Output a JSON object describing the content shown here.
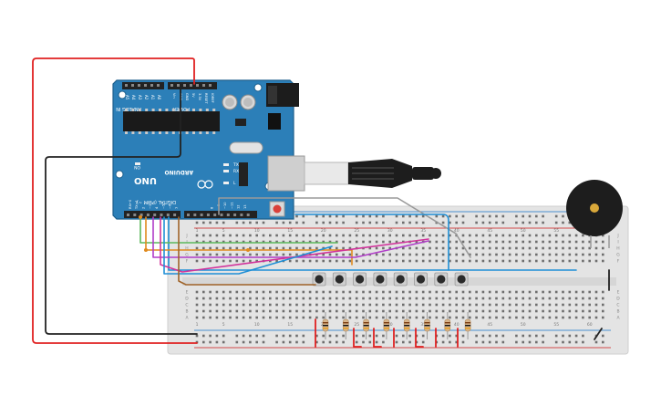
{
  "arduino": {
    "brand": "ARDUINO",
    "model": "UNO",
    "label_digital": "DIGITAL (PWM ~)",
    "label_analog": "ANALOG IN",
    "label_power": "POWER",
    "label_on": "ON",
    "label_tx": "TX",
    "label_rx": "RX",
    "label_l": "L",
    "label_aref": "AREF",
    "analog_pins": [
      "A0",
      "A1",
      "A2",
      "A3",
      "A4",
      "A5"
    ],
    "power_pins": [
      "IOREF",
      "RESET",
      "3.3V",
      "5V",
      "GND",
      "GND",
      "Vin"
    ],
    "digital_pins": [
      "13",
      "12",
      "~11",
      "~10",
      "~9",
      "8",
      "7",
      "~6",
      "~5",
      "4",
      "~3",
      "2",
      "TX→1",
      "RX←0"
    ]
  },
  "breadboard": {
    "column_numbers": [
      "1",
      "5",
      "10",
      "15",
      "20",
      "25",
      "30",
      "35",
      "40",
      "45",
      "50",
      "55",
      "60"
    ],
    "row_letters_top": [
      "J",
      "I",
      "H",
      "G",
      "F"
    ],
    "row_letters_bottom": [
      "E",
      "D",
      "C",
      "B",
      "A"
    ]
  },
  "components": {
    "buzzer": "piezo-buzzer",
    "usb_cable": "usb-cable",
    "pushbutton_count": "8",
    "resistor_count": "8"
  },
  "colors": {
    "board": "#2c7fb8",
    "board_dark": "#1e5f8c",
    "breadboard": "#e6e6e6",
    "wire_red": "#e02020",
    "wire_black": "#222222",
    "wire_blue": "#1f8fd6",
    "wire_green": "#5cb85c",
    "wire_orange": "#e08a1e",
    "wire_purple": "#b03cc8",
    "wire_magenta": "#d1339b",
    "wire_brown": "#a0642a",
    "wire_gray": "#9a9a9a"
  }
}
